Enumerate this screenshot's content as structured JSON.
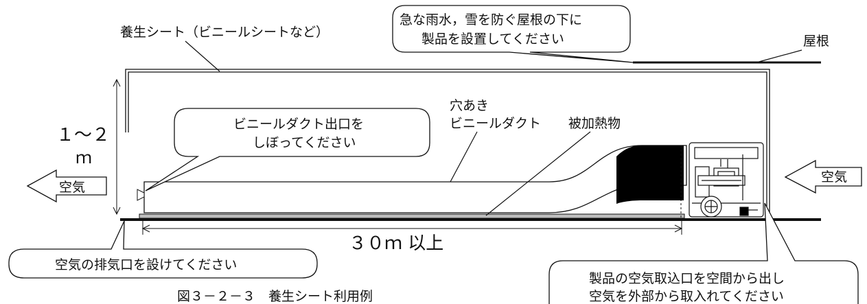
{
  "labels": {
    "sheet": "養生シート（ビニールシートなど）",
    "roof_note_line1": "急な雨水，雪を防ぐ屋根の下に",
    "roof_note_line2": "製品を設置してください",
    "roof": "屋根",
    "duct_outlet_line1": "ビニールダクト出口を",
    "duct_outlet_line2": "しぼってください",
    "perforated_line1": "穴あき",
    "perforated_line2": "ビニールダクト",
    "heated_object": "被加熱物",
    "height_line1": "１～２",
    "height_line2": "ｍ",
    "air_out": "空気",
    "air_in": "空気",
    "length": "３０ｍ 以上",
    "exhaust_note": "空気の排気口を設けてください",
    "intake_note_line1": "製品の空気取込口を空間から出し",
    "intake_note_line2": "空気を外部から取入れてください",
    "caption": "図３－２－３　養生シート利用例"
  },
  "colors": {
    "line": "#111111",
    "fill_dark": "#000000",
    "floor_gray": "#bdbdbd",
    "background": "#ffffff"
  }
}
